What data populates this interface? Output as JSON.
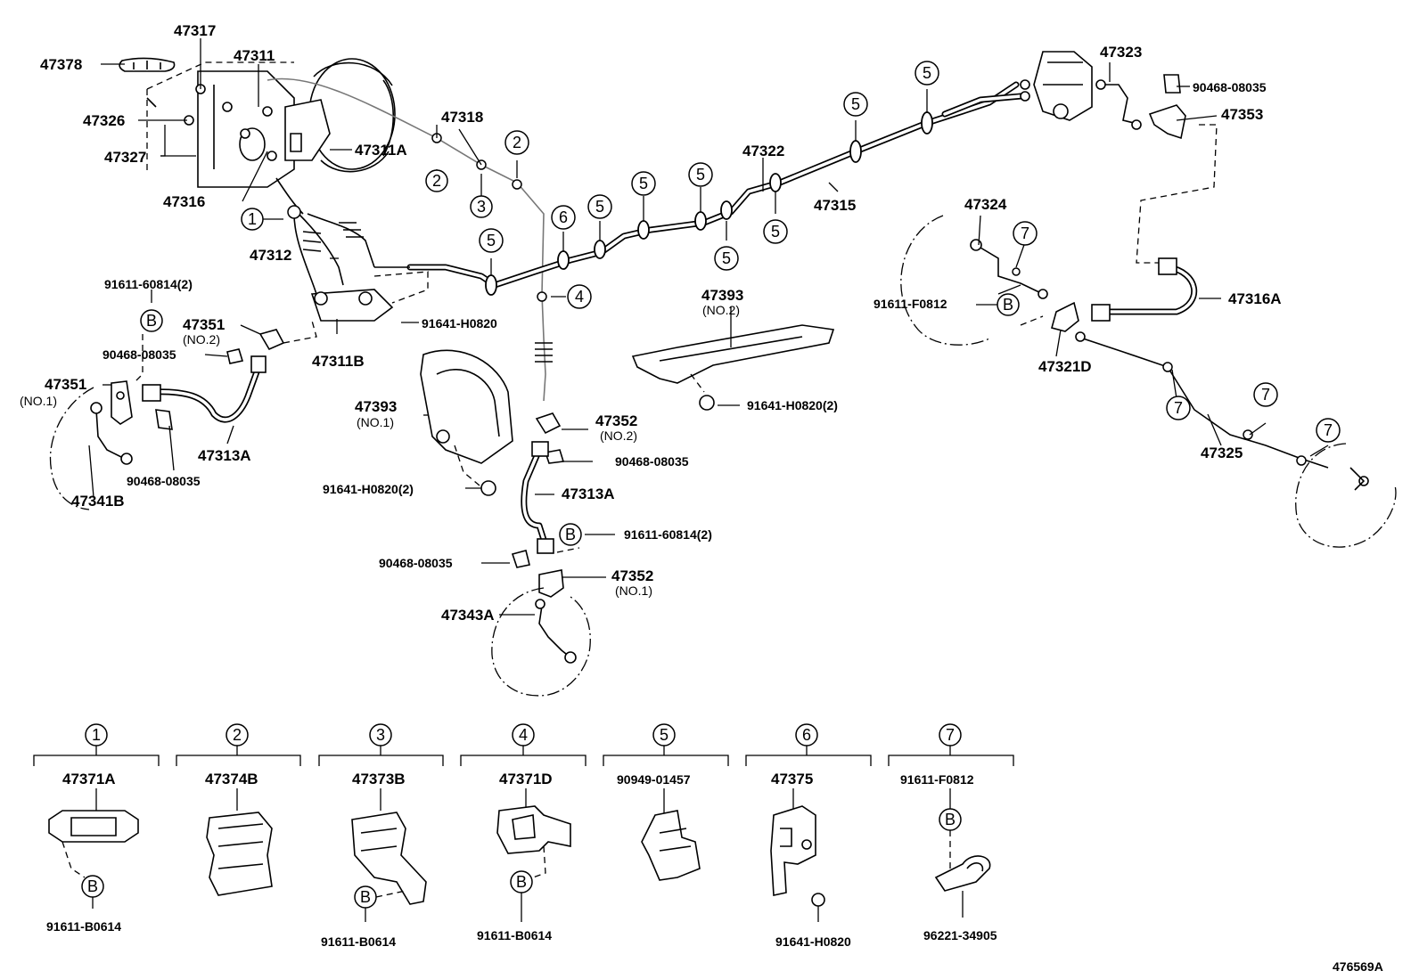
{
  "diagram": {
    "drawing_id": "476569A",
    "main_labels": {
      "p47378": "47378",
      "p47317": "47317",
      "p47311": "47311",
      "p47326": "47326",
      "p47327": "47327",
      "p47311A": "47311A",
      "p47316": "47316",
      "p47318": "47318",
      "p47322": "47322",
      "p47315": "47315",
      "p47323": "47323",
      "p90468_top": "90468-08035",
      "p47353": "47353",
      "p47312": "47312",
      "p91611_60814_left": "91611-60814(2)",
      "p91641_h0820_center": "91641-H0820",
      "p47351_no2": "47351",
      "p47351_no2_note": "(NO.2)",
      "p90468_left": "90468-08035",
      "p47311B": "47311B",
      "p47351_no1": "47351",
      "p47351_no1_note": "(NO.1)",
      "p47313A_left": "47313A",
      "p90468_left_low": "90468-08035",
      "p47341B": "47341B",
      "p47393_no2": "47393",
      "p47393_no2_note": "(NO.2)",
      "p91641_h0820_2_right": "91641-H0820(2)",
      "p47393_no1": "47393",
      "p47393_no1_note": "(NO.1)",
      "p47352_no2": "47352",
      "p47352_no2_note": "(NO.2)",
      "p90468_center": "90468-08035",
      "p91641_h0820_2_left": "91641-H0820(2)",
      "p47313A_center": "47313A",
      "p91611_60814_center": "91611-60814(2)",
      "p90468_center_low": "90468-08035",
      "p47352_no1": "47352",
      "p47352_no1_note": "(NO.1)",
      "p47343A": "47343A",
      "p47324": "47324",
      "p91611_F0812": "91611-F0812",
      "p47316A": "47316A",
      "p47321D": "47321D",
      "p47325": "47325"
    },
    "circled_refs": {
      "c1": "1",
      "c2": "2",
      "c3": "3",
      "c4": "4",
      "c5": "5",
      "c6": "6",
      "c7": "7",
      "cB": "B"
    },
    "legend": [
      {
        "ref": "1",
        "part": "47371A",
        "sub": "91611-B0614"
      },
      {
        "ref": "2",
        "part": "47374B",
        "sub": ""
      },
      {
        "ref": "3",
        "part": "47373B",
        "sub": "91611-B0614"
      },
      {
        "ref": "4",
        "part": "47371D",
        "sub": "91611-B0614"
      },
      {
        "ref": "5",
        "part": "90949-01457",
        "sub": ""
      },
      {
        "ref": "6",
        "part": "47375",
        "sub": "91641-H0820"
      },
      {
        "ref": "7",
        "part": "91611-F0812",
        "sub": "96221-34905"
      }
    ]
  }
}
